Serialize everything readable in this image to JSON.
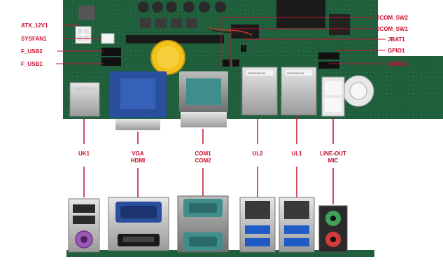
{
  "board_labels_left": [
    "ATX_12V1",
    "SYSFAN1",
    "F_USB2",
    "F_USB1"
  ],
  "board_labels_right": [
    "JCOM_SW2",
    "JCOM_SW1",
    "JBAT1",
    "GPIO1",
    "F_AUDIO1"
  ],
  "port_labels": [
    {
      "lines": [
        "UK1"
      ]
    },
    {
      "lines": [
        "VGA",
        "HDMI"
      ]
    },
    {
      "lines": [
        "COM1",
        "COM2"
      ]
    },
    {
      "lines": [
        "UL2"
      ]
    },
    {
      "lines": [
        "UL1"
      ]
    },
    {
      "lines": [
        "LINE-OUT",
        "MIC"
      ]
    }
  ],
  "lan_sticker_text": [
    "0D0E3B0E0A40",
    "0D0E3B0E0A4F"
  ],
  "colors": {
    "annotation": "#c8102e",
    "pcb": "#1f5f3c",
    "vga_blue": "#2a4f9e",
    "com_teal": "#3f8e8c",
    "usb3_blue": "#1e5bc6",
    "audio_green": "#3da35a",
    "audio_red": "#d23b3b",
    "battery_yellow": "#f2c21b"
  }
}
